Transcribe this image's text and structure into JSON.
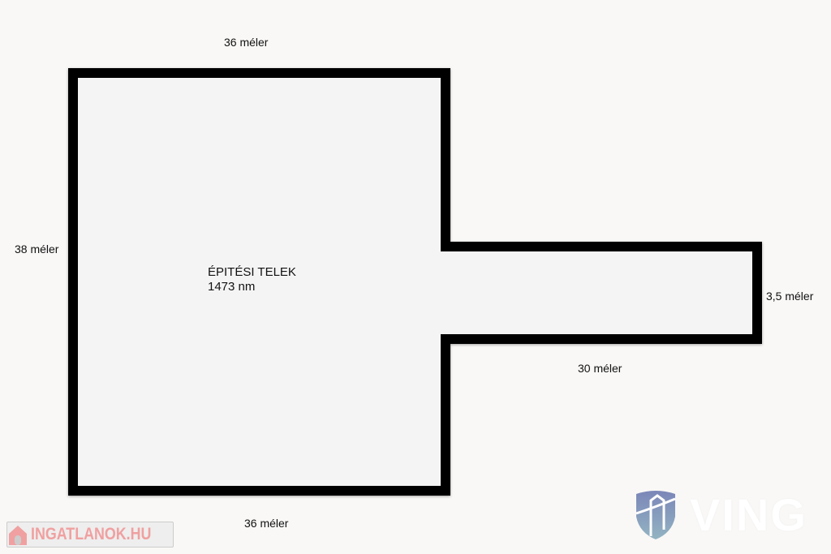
{
  "plot": {
    "title": "ÉPITÉSI TELEK",
    "area": "1473 nm",
    "dimensions": {
      "top": "36 méler",
      "left": "38 méler",
      "bottom": "36 méler",
      "strip_length": "30 méler",
      "strip_width": "3,5 méler"
    },
    "colors": {
      "outline": "#000000",
      "fill": "#f4f4f4"
    }
  },
  "watermarks": {
    "ingatlanok": "INGATLANOK.HU",
    "ving": "VING"
  }
}
